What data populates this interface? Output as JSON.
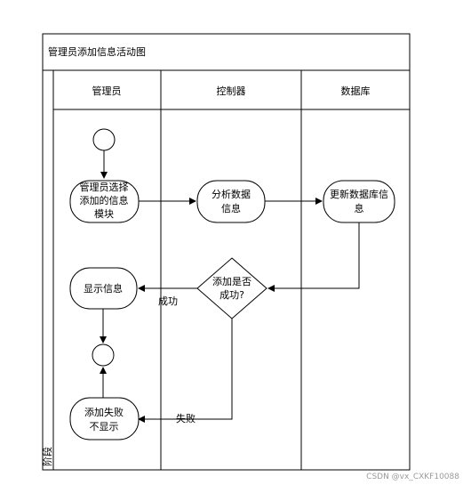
{
  "diagram": {
    "title": "管理员添加信息活动图",
    "stage_label": "阶段",
    "lanes": [
      "管理员",
      "控制器",
      "数据库"
    ],
    "nodes": {
      "select_module": [
        "管理员选择",
        "添加的信息",
        "模块"
      ],
      "analyze_data": [
        "分析数据",
        "信息"
      ],
      "update_db": [
        "更新数据库信",
        "息"
      ],
      "decision": [
        "添加是否",
        "成功?"
      ],
      "show_info": [
        "显示信息"
      ],
      "fail_no_show": [
        "添加失败",
        "不显示"
      ]
    },
    "edge_labels": {
      "success": "成功",
      "fail": "失败"
    }
  },
  "watermark": "CSDN @vx_CXKF10088"
}
